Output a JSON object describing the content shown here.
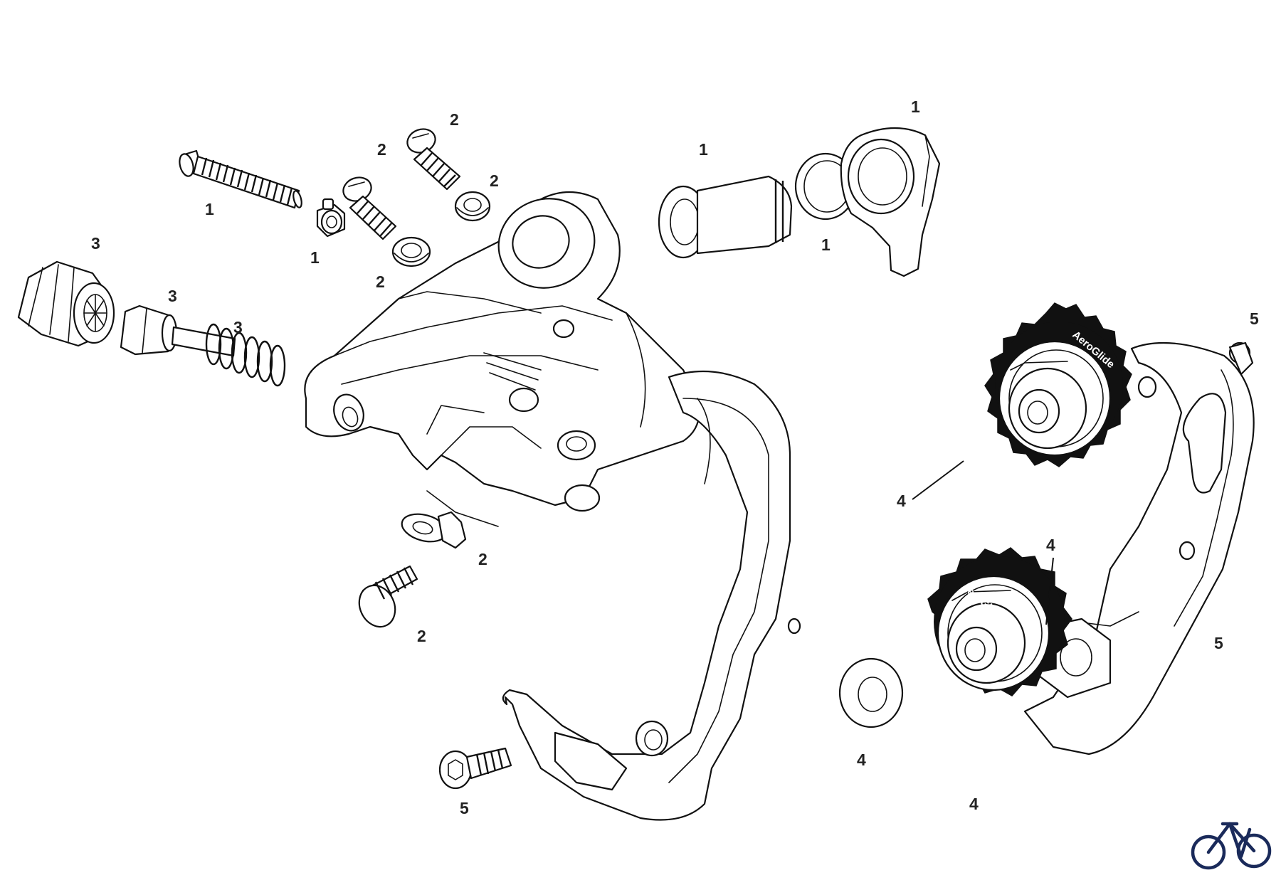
{
  "diagram": {
    "callouts": [
      {
        "id": "c-bolt-long",
        "text": "1"
      },
      {
        "id": "c-washer-small",
        "text": "1"
      },
      {
        "id": "c-bushing",
        "text": "1"
      },
      {
        "id": "c-oring",
        "text": "1"
      },
      {
        "id": "c-hanger",
        "text": "1"
      },
      {
        "id": "c-screw-a",
        "text": "2"
      },
      {
        "id": "c-screw-b",
        "text": "2"
      },
      {
        "id": "c-washer-a",
        "text": "2"
      },
      {
        "id": "c-washer-b",
        "text": "2"
      },
      {
        "id": "c-tab",
        "text": "2"
      },
      {
        "id": "c-screw-c",
        "text": "2"
      },
      {
        "id": "c-knob",
        "text": "3"
      },
      {
        "id": "c-barrel",
        "text": "3"
      },
      {
        "id": "c-spring",
        "text": "3"
      },
      {
        "id": "c-pulley-upper",
        "text": "4"
      },
      {
        "id": "c-pulley-bolt",
        "text": "4"
      },
      {
        "id": "c-pulley-washer",
        "text": "4"
      },
      {
        "id": "c-pulley-lower",
        "text": "4"
      },
      {
        "id": "c-cage-pin",
        "text": "5"
      },
      {
        "id": "c-cage",
        "text": "5"
      },
      {
        "id": "c-cage-screw",
        "text": "5"
      }
    ],
    "pulley_brand": "AeroGlide",
    "pulley_brand_lower": "AeroGlide",
    "logo_icon": "bicycle-icon",
    "line_color": "#111111",
    "logo_color": "#1a2a5a"
  }
}
